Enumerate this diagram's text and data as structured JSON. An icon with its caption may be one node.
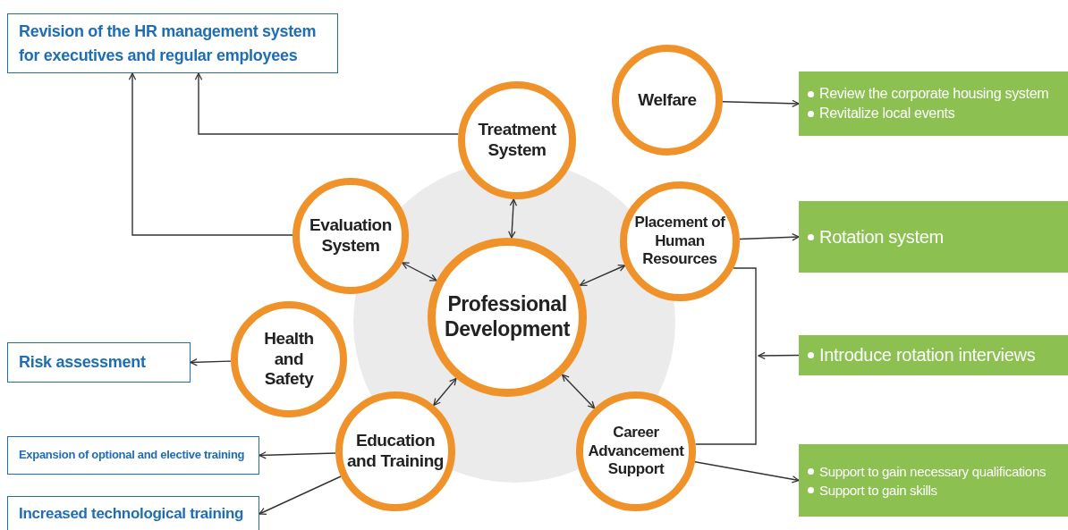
{
  "diagram": {
    "nodes": [
      {
        "text": [
          "Revision of the HR management system for executives and regular employees"
        ]
      },
      {
        "text": [
          "Welfare"
        ]
      },
      {
        "text": [
          "Review the corporate housing system",
          "Revitalize local events"
        ]
      },
      {
        "text": [
          "Treatment System"
        ]
      },
      {
        "text": [
          "Evaluation System"
        ]
      },
      {
        "text": [
          "Placement of Human Resources"
        ]
      },
      {
        "text": [
          "Rotation system"
        ]
      },
      {
        "text": [
          "Professional Development"
        ]
      },
      {
        "text": [
          "Introduce rotation interviews"
        ]
      },
      {
        "text": [
          "Risk assessment"
        ]
      },
      {
        "text": [
          "Health and Safety"
        ]
      },
      {
        "text": [
          "Education and Training"
        ]
      },
      {
        "text": [
          "Career Advancement Support"
        ]
      },
      {
        "text": [
          "Expansion of optional and elective training"
        ]
      },
      {
        "text": [
          "Increased technological training"
        ]
      },
      {
        "text": [
          "Support to gain necessary qualifications",
          "Support to gain skills"
        ]
      }
    ],
    "edges": [
      {
        "from": 3,
        "to": 0,
        "arrow": "to"
      },
      {
        "from": 4,
        "to": 0,
        "arrow": "to"
      },
      {
        "from": 1,
        "to": 2,
        "arrow": "to"
      },
      {
        "from": 5,
        "to": 6,
        "arrow": "to"
      },
      {
        "from": 5,
        "to": 12,
        "arrow": "none"
      },
      {
        "from": 8,
        "to": null,
        "arrow": "to"
      },
      {
        "from": 3,
        "to": 7,
        "arrow": "both"
      },
      {
        "from": 4,
        "to": 7,
        "arrow": "both"
      },
      {
        "from": 5,
        "to": 7,
        "arrow": "both"
      },
      {
        "from": 11,
        "to": 7,
        "arrow": "both"
      },
      {
        "from": 12,
        "to": 7,
        "arrow": "both"
      },
      {
        "from": 10,
        "to": 9,
        "arrow": "to"
      },
      {
        "from": 11,
        "to": 13,
        "arrow": "to"
      },
      {
        "from": 11,
        "to": 14,
        "arrow": "to"
      },
      {
        "from": 12,
        "to": 15,
        "arrow": "to"
      }
    ]
  }
}
